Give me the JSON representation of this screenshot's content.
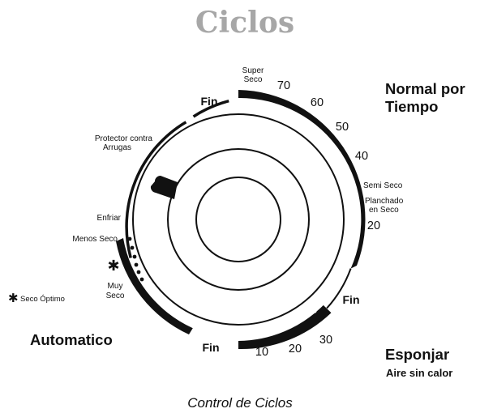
{
  "title": "Ciclos",
  "caption": "Control de Ciclos",
  "headings": {
    "normal_line1": "Normal por",
    "normal_line2": "Tiempo",
    "automatico": "Automatico",
    "esponjar": "Esponjar",
    "aire_sin_calor": "Aire sin calor"
  },
  "labels": {
    "super_seco_line1": "Super",
    "super_seco_line2": "Seco",
    "semi_seco": "Semi Seco",
    "planchado_line1": "Planchado",
    "planchado_line2": "en Seco",
    "protector_line1": "Protector contra",
    "protector_line2": "Arrugas",
    "enfriar": "Enfriar",
    "menos_seco": "Menos Seco",
    "muy_seco_line1": "Muy",
    "muy_seco_line2": "Seco",
    "seco_optimo": "Seco Óptimo",
    "asterisk": "✱"
  },
  "fin_labels": [
    "Fin",
    "Fin",
    "Fin"
  ],
  "timed_numbers": [
    "70",
    "60",
    "50",
    "40",
    "20"
  ],
  "fluff_numbers": [
    "10",
    "20",
    "30"
  ]
}
